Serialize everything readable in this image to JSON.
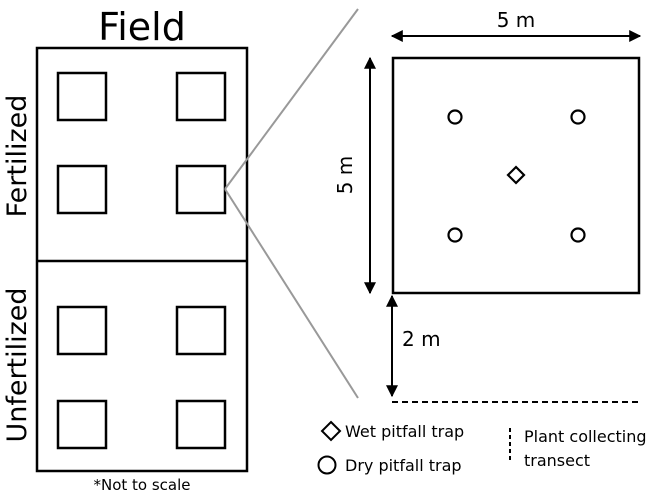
{
  "field": {
    "title": "Field",
    "fertilized_label": "Fertilized",
    "unfertilized_label": "Unfertilized",
    "scale_note": "*Not to scale"
  },
  "plot": {
    "width_label": "5 m",
    "height_label": "5 m",
    "gap_label": "2 m"
  },
  "legend": {
    "wet_trap": "Wet pitfall trap",
    "dry_trap": "Dry pitfall trap",
    "transect_line1": "Plant collecting",
    "transect_line2": "transect"
  }
}
